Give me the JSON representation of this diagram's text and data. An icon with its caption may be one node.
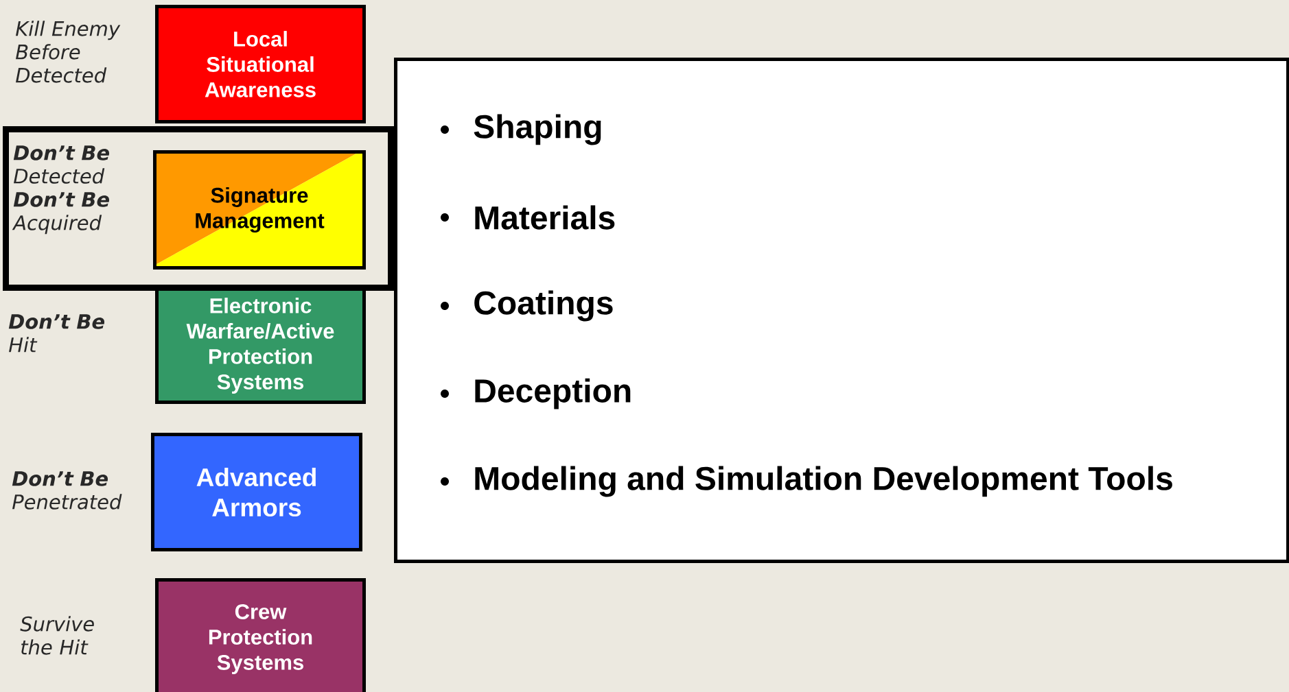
{
  "diagram": {
    "nodes": [
      {
        "text": [
          "Local Situational Awareness"
        ],
        "beside": [
          "Kill Enemy Before Detected"
        ]
      },
      {
        "text": [],
        "shape": "box"
      },
      {
        "text": [
          "Signature Management"
        ],
        "in": 1,
        "beside": [
          "**Don’t Be** Detected **Don’t Be** Acquired"
        ]
      },
      {
        "text": [
          "Electronic Warfare/Active Protection Systems"
        ],
        "beside": [
          "**Don’t Be** Hit"
        ]
      },
      {
        "text": [
          "Advanced Armors"
        ],
        "beside": [
          "**Don’t Be** Penetrated"
        ]
      },
      {
        "text": [
          "Crew Protection Systems"
        ],
        "beside": [
          "Survive the Hit"
        ]
      },
      {
        "text": [
          "Shaping",
          "Materials",
          "Coatings",
          "Deception",
          "Modeling and Simulation Development Tools"
        ]
      }
    ]
  }
}
